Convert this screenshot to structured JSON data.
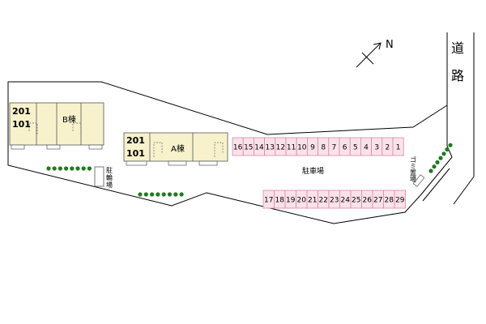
{
  "compass": {
    "label": "N"
  },
  "road": {
    "char1": "道",
    "char2": "路"
  },
  "building_b": {
    "unit_upper": "201",
    "unit_lower": "101",
    "name": "B棟"
  },
  "building_a": {
    "unit_upper": "201",
    "unit_lower": "101",
    "name": "A棟"
  },
  "parking": {
    "label": "駐車場",
    "top_row": [
      "16",
      "15",
      "14",
      "13",
      "12",
      "11",
      "10",
      "9",
      "8",
      "7",
      "6",
      "5",
      "4",
      "3",
      "2",
      "1"
    ],
    "bottom_row": [
      "17",
      "18",
      "19",
      "20",
      "21",
      "22",
      "23",
      "24",
      "25",
      "26",
      "27",
      "28",
      "29"
    ]
  },
  "bicycle_parking": {
    "label": "駐輪場"
  },
  "garbage": {
    "label": "ゴミ置場"
  },
  "colors": {
    "building_fill": "#f7f2cc",
    "parking_fill": "#fbe2ea",
    "parking_stroke": "#d98aa6",
    "tree": "#1f7a1f",
    "line": "#000000"
  }
}
